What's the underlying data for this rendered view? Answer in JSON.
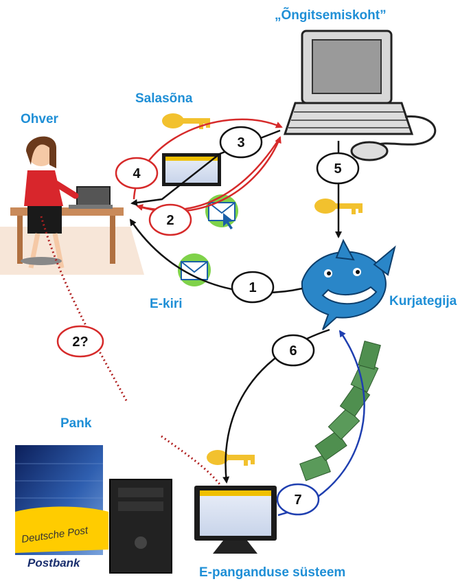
{
  "labels": {
    "phishing_site": "„Õngitsemiskoht”",
    "password": "Salasõna",
    "victim": "Ohver",
    "email": "E-kiri",
    "criminal": "Kurjategija",
    "bank": "Pank",
    "ebanking": "E-panganduse süsteem"
  },
  "steps": [
    "1",
    "2",
    "3",
    "4",
    "5",
    "6",
    "7",
    "2?"
  ],
  "bank_sign": {
    "brand_top": "Deutsche Post",
    "brand_bottom": "Postbank"
  },
  "colors": {
    "label_blue": "#1f8fd6",
    "arrow_red": "#d62a2a",
    "arrow_black": "#111111",
    "arrow_blue": "#1f3fb0",
    "dotted_red": "#b02020",
    "key_gold": "#f2c12e",
    "money_green": "#3f8a4a",
    "shark_blue": "#2a86c8",
    "postbank_yellow": "#ffcc00"
  }
}
